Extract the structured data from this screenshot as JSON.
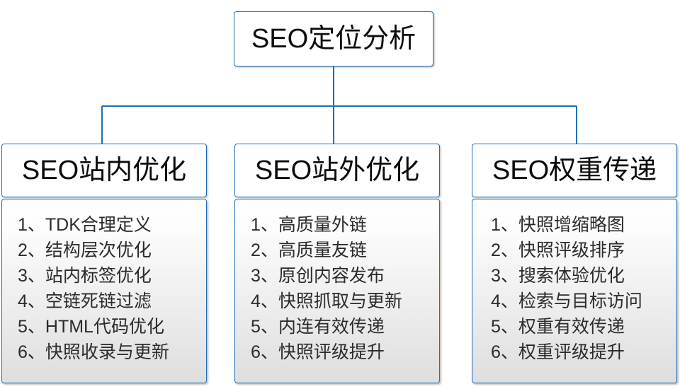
{
  "diagram": {
    "root": {
      "label": "SEO定位分析"
    },
    "line_color": "#1f6fb8",
    "border_color": "#1f6fb8",
    "branches": [
      {
        "id": "branch-seo-onsite",
        "heading": "SEO站内优化",
        "items": [
          {
            "num": "1、",
            "text": "TDK合理定义"
          },
          {
            "num": "2、",
            "text": "结构层次优化"
          },
          {
            "num": "3、",
            "text": "站内标签优化"
          },
          {
            "num": "4、",
            "text": "空链死链过滤"
          },
          {
            "num": "5、",
            "text": "HTML代码优化"
          },
          {
            "num": "6、",
            "text": "快照收录与更新"
          }
        ]
      },
      {
        "id": "branch-seo-offsite",
        "heading": "SEO站外优化",
        "items": [
          {
            "num": "1、",
            "text": "高质量外链"
          },
          {
            "num": "2、",
            "text": "高质量友链"
          },
          {
            "num": "3、",
            "text": "原创内容发布"
          },
          {
            "num": "4、",
            "text": "快照抓取与更新"
          },
          {
            "num": "5、",
            "text": "内连有效传递"
          },
          {
            "num": "6、",
            "text": "快照评级提升"
          }
        ]
      },
      {
        "id": "branch-seo-weight",
        "heading": "SEO权重传递",
        "items": [
          {
            "num": "1、",
            "text": "快照增缩略图"
          },
          {
            "num": "2、",
            "text": "快照评级排序"
          },
          {
            "num": "3、",
            "text": "搜索体验优化"
          },
          {
            "num": "4、",
            "text": "检索与目标访问"
          },
          {
            "num": "5、",
            "text": "权重有效传递"
          },
          {
            "num": "6、",
            "text": "权重评级提升"
          }
        ]
      }
    ]
  }
}
